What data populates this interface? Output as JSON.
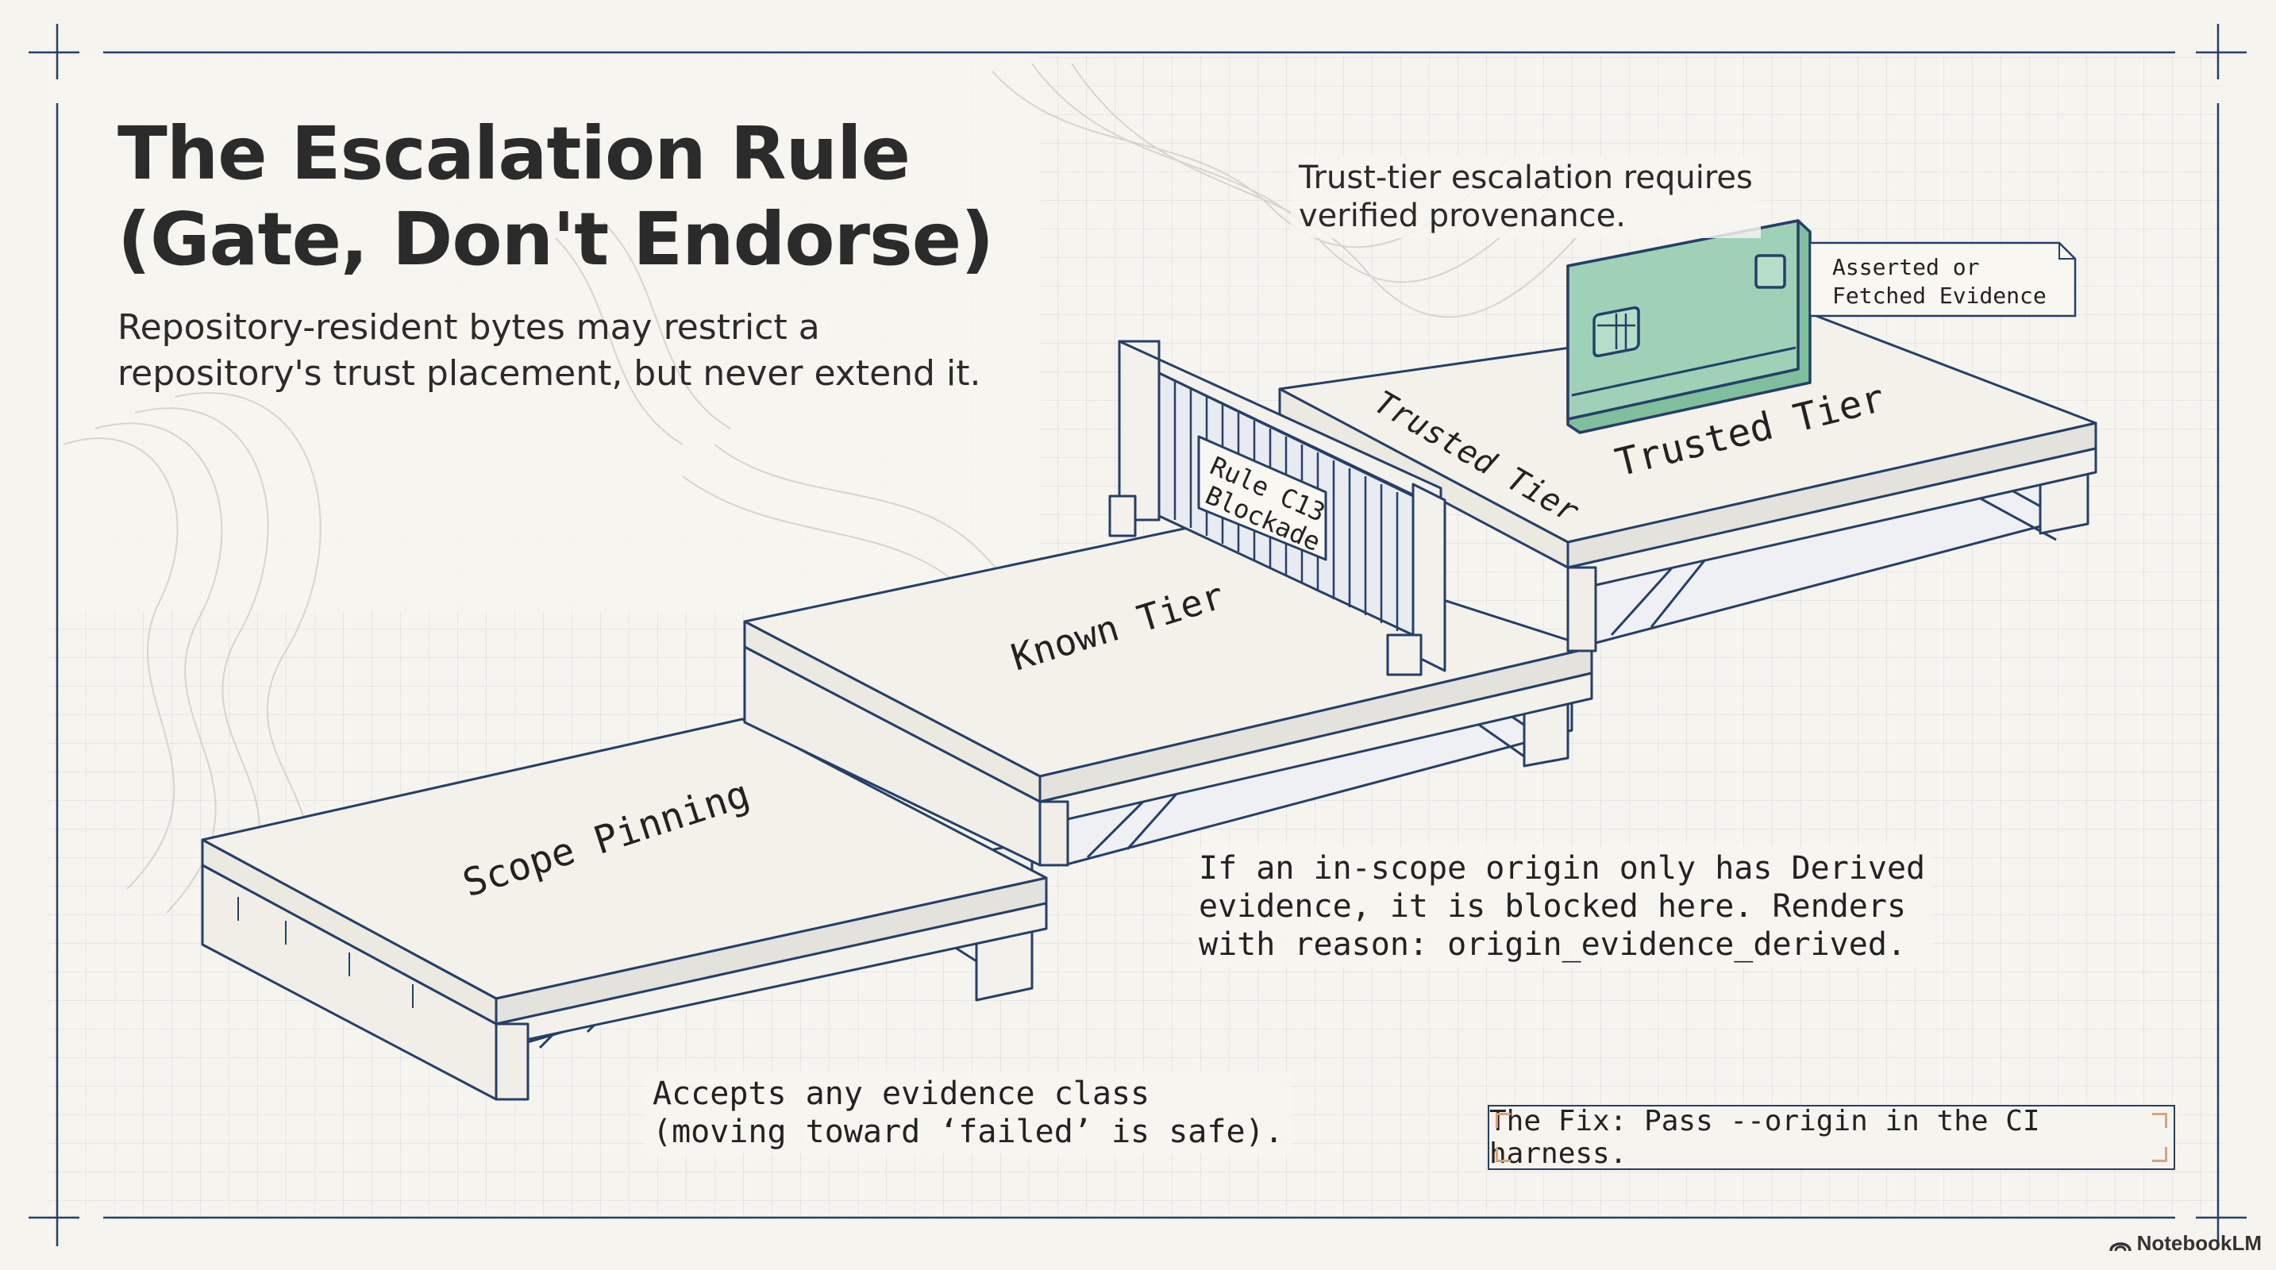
{
  "title": {
    "line1": "The Escalation Rule",
    "line2": "(Gate, Don't Endorse)"
  },
  "subtitle": {
    "line1": "Repository-resident bytes may restrict a",
    "line2": "repository's trust placement, but never extend it."
  },
  "tiers": {
    "scope": "Scope Pinning",
    "known": "Known Tier",
    "trusted_side": "Trusted Tier",
    "trusted_top": "Trusted Tier"
  },
  "blockade": {
    "line1": "Rule C13",
    "line2": "Blockade"
  },
  "card_tag": {
    "line1": "Asserted or",
    "line2": "Fetched Evidence"
  },
  "notes": {
    "trusted": {
      "line1": "Trust-tier escalation requires",
      "line2": "verified provenance."
    },
    "known": {
      "line1": "If an in-scope origin only has Derived",
      "line2": "evidence, it is blocked here. Renders",
      "line3": "with reason: origin_evidence_derived."
    },
    "scope": {
      "line1": "Accepts any evidence class",
      "line2": "(moving toward ‘failed’ is safe)."
    }
  },
  "fix": "The Fix: Pass --origin in the CI harness.",
  "brand": "NotebookLM",
  "colors": {
    "ink": "#24406a",
    "background": "#f6f4ee",
    "grid": "#d9dde4",
    "platform_top": "#f3f1ea",
    "card": "#9fd1b6",
    "corner_accent": "#d9a27a"
  }
}
